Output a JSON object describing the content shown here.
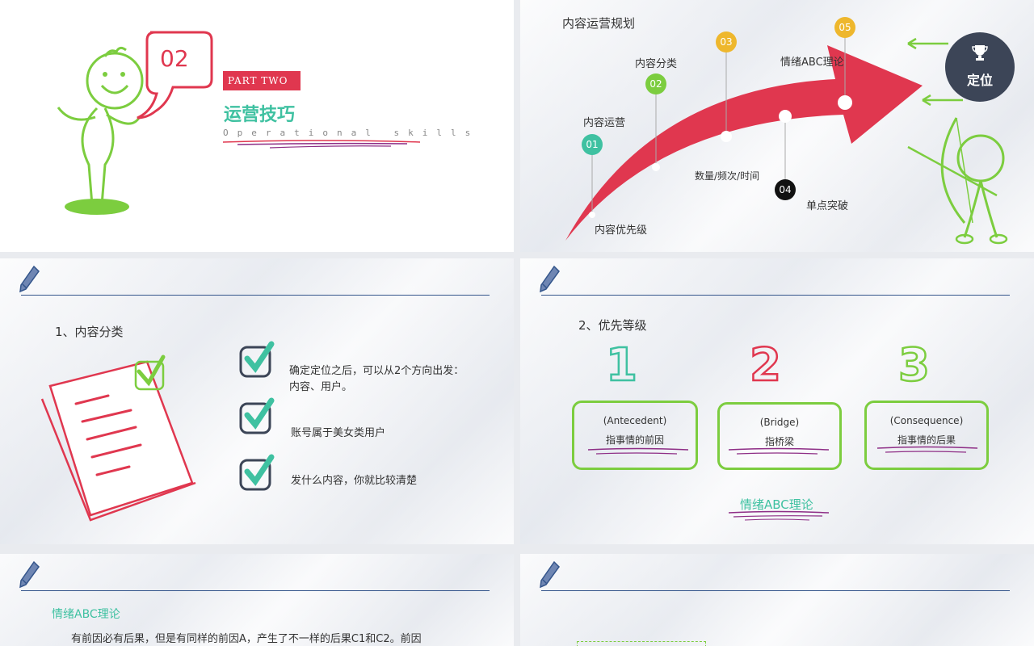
{
  "colors": {
    "accent_red": "#e0374f",
    "accent_green": "#3fc1a1",
    "accent_lime": "#7ccd3f",
    "accent_yellow": "#eeb72d",
    "navy": "#3c4557",
    "underline_purple": "#8e2e86"
  },
  "slide1": {
    "number": "02",
    "part": "PART TWO",
    "title": "运营技巧",
    "subtitle": "Operational skills"
  },
  "slide2": {
    "title": "内容运营规划",
    "badge": "定位",
    "steps": [
      {
        "num": "01",
        "label": "内容运营",
        "color": "#3fc1a1"
      },
      {
        "num": "02",
        "label": "内容分类",
        "color": "#7ccd3f"
      },
      {
        "num": "03",
        "label": "数量/频次/时间",
        "color": "#eeb72d"
      },
      {
        "num": "04",
        "label": "单点突破",
        "color": "#111111"
      },
      {
        "num": "05",
        "label": "情绪ABC理论",
        "color": "#eeb72d"
      }
    ],
    "bottom_label": "内容优先级"
  },
  "slide3": {
    "heading": "1、内容分类",
    "items": [
      {
        "text1": "确定定位之后，可以从2个方向出发：",
        "text2": "内容、用户。"
      },
      {
        "text1": "账号属于美女类用户",
        "text2": ""
      },
      {
        "text1": "发什么内容，你就比较清楚",
        "text2": ""
      }
    ]
  },
  "slide4": {
    "heading": "2、优先等级",
    "cards": [
      {
        "num": "1",
        "en": "(Antecedent)",
        "zh": "指事情的前因",
        "color": "#3fc1a1"
      },
      {
        "num": "2",
        "en": "(Bridge)",
        "zh": "指桥梁",
        "color": "#e0374f"
      },
      {
        "num": "3",
        "en": "(Consequence)",
        "zh": "指事情的后果",
        "color": "#7ccd3f"
      }
    ],
    "footer": "情绪ABC理论"
  },
  "slide5": {
    "heading": "情绪ABC理论",
    "body": "有前因必有后果，但是有同样的前因A，产生了不一样的后果C1和C2。前因"
  },
  "icons": {
    "pencil": "pencil-icon",
    "check": "checkbox-icon",
    "trophy": "trophy-icon"
  }
}
